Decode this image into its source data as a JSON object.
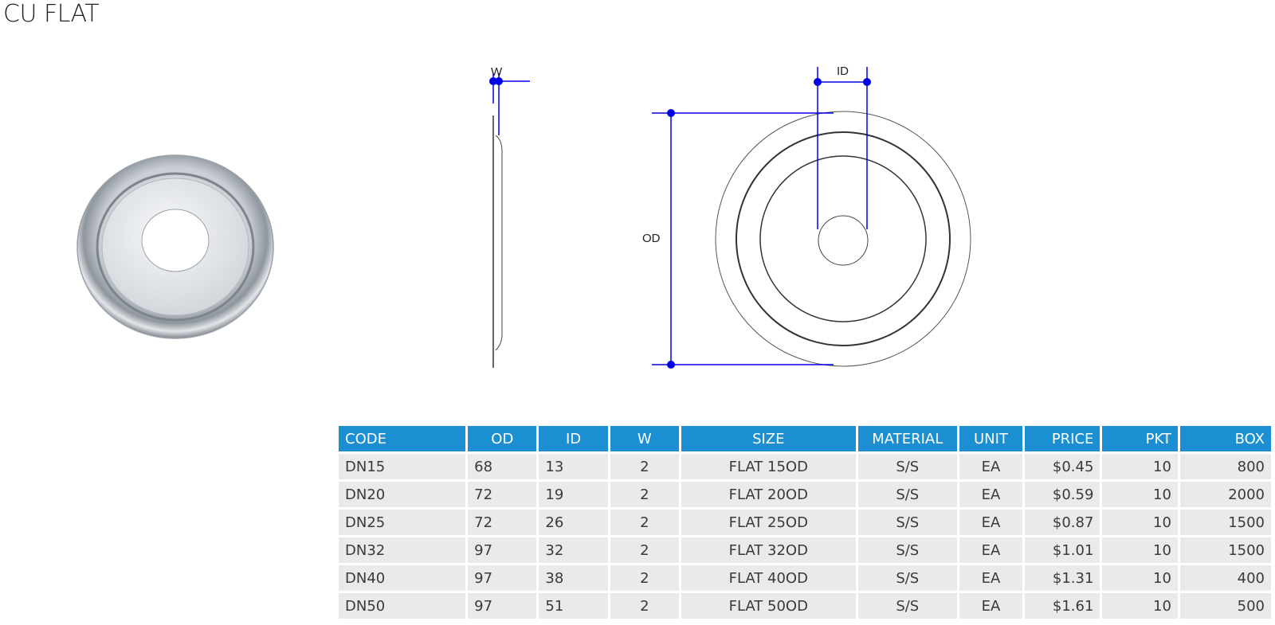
{
  "page": {
    "title": "CU FLAT"
  },
  "drawing": {
    "labels": {
      "w": "W",
      "id": "ID",
      "od": "OD"
    },
    "dimension_color": "#0000e6"
  },
  "table": {
    "header_color": "#1b8fd2",
    "columns": [
      "CODE",
      "OD",
      "ID",
      "W",
      "SIZE",
      "MATERIAL",
      "UNIT",
      "PRICE",
      "PKT",
      "BOX"
    ],
    "rows": [
      [
        "DN15",
        "68",
        "13",
        "2",
        "FLAT 15OD",
        "S/S",
        "EA",
        "$0.45",
        "10",
        "800"
      ],
      [
        "DN20",
        "72",
        "19",
        "2",
        "FLAT 20OD",
        "S/S",
        "EA",
        "$0.59",
        "10",
        "2000"
      ],
      [
        "DN25",
        "72",
        "26",
        "2",
        "FLAT 25OD",
        "S/S",
        "EA",
        "$0.87",
        "10",
        "1500"
      ],
      [
        "DN32",
        "97",
        "32",
        "2",
        "FLAT 32OD",
        "S/S",
        "EA",
        "$1.01",
        "10",
        "1500"
      ],
      [
        "DN40",
        "97",
        "38",
        "2",
        "FLAT 40OD",
        "S/S",
        "EA",
        "$1.31",
        "10",
        "400"
      ],
      [
        "DN50",
        "97",
        "51",
        "2",
        "FLAT 50OD",
        "S/S",
        "EA",
        "$1.61",
        "10",
        "500"
      ]
    ]
  }
}
